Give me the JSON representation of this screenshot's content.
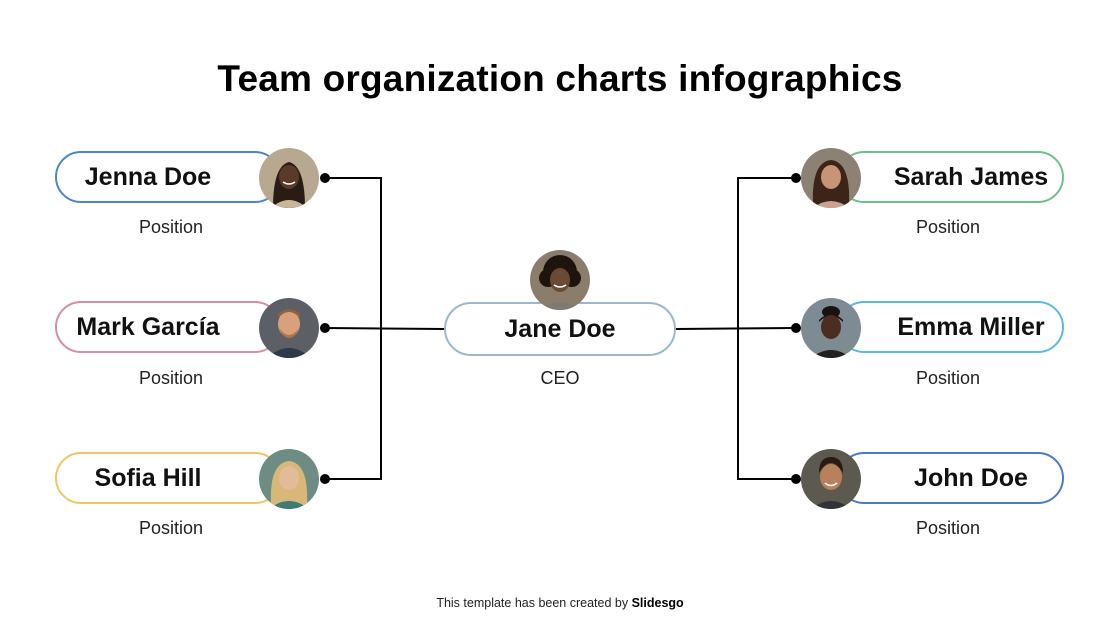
{
  "title": "Team organization charts infographics",
  "ceo": {
    "name": "Jane Doe",
    "position": "CEO",
    "border_color": "#9ab8cc",
    "avatar": {
      "icon": "person-photo",
      "skin": "#6b4a35",
      "hair": "#1e140e",
      "bg": "#8a7d6c",
      "shirt": "#7e7a72"
    }
  },
  "left_team": [
    {
      "name": "Jenna Doe",
      "position": "Position",
      "border_color": "#4a86c8",
      "avatar": {
        "icon": "person-photo",
        "skin": "#5a3a28",
        "hair": "#2a1c14",
        "bg": "#b8a890",
        "shirt": "#c9b59a"
      }
    },
    {
      "name": "Mark García",
      "position": "Position",
      "border_color": "#d48fa0",
      "avatar": {
        "icon": "person-photo",
        "skin": "#d9a07c",
        "hair": "#8a6440",
        "bg": "#5c6066",
        "shirt": "#2c3a4c"
      }
    },
    {
      "name": "Sofia Hill",
      "position": "Position",
      "border_color": "#ecc76a",
      "avatar": {
        "icon": "person-photo",
        "skin": "#e4bb98",
        "hair": "#d8b878",
        "bg": "#6c8c84",
        "shirt": "#3e7c72"
      }
    }
  ],
  "right_team": [
    {
      "name": "Sarah James",
      "position": "Position",
      "border_color": "#6cc08c",
      "avatar": {
        "icon": "person-photo",
        "skin": "#c89478",
        "hair": "#3c2418",
        "bg": "#8c8274",
        "shirt": "#c8a490"
      }
    },
    {
      "name": "Emma Miller",
      "position": "Position",
      "border_color": "#5abcd8",
      "avatar": {
        "icon": "person-photo",
        "skin": "#4a2e22",
        "hair": "#1a120e",
        "bg": "#7c8c92",
        "shirt": "#24201e"
      }
    },
    {
      "name": "John Doe",
      "position": "Position",
      "border_color": "#4a7cc4",
      "avatar": {
        "icon": "person-photo",
        "skin": "#b8805c",
        "hair": "#2a1a12",
        "bg": "#5c5a4e",
        "shirt": "#30343a"
      }
    }
  ],
  "connector_color": "#000000",
  "footer": {
    "text": "This template has been created by ",
    "brand": "Slidesgo"
  }
}
